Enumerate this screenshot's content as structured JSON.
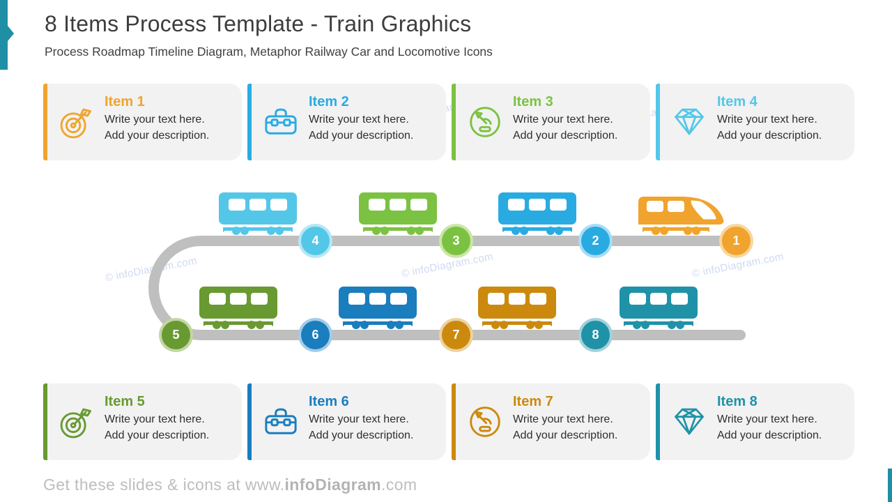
{
  "slide": {
    "title": "8 Items Process Template  - Train Graphics",
    "subtitle": "Process Roadmap Timeline Diagram, Metaphor Railway Car and Locomotive Icons",
    "watermark": "© infoDiagram.com",
    "footer": {
      "prefix": "Get these slides & icons at www.",
      "brand": "infoDiagram",
      "suffix": ".com"
    },
    "accent_color": "#1f8fa6",
    "track_color": "#bfbfbf",
    "card_bg": "#f2f2f2"
  },
  "items": [
    {
      "number": "1",
      "title": "Item 1",
      "line1": "Write your text here.",
      "line2": "Add your description.",
      "icon": "target-arrow-icon",
      "vehicle": "locomotive",
      "color": "#f0a42e",
      "ring": "#f8d79e"
    },
    {
      "number": "2",
      "title": "Item 2",
      "line1": "Write your text here.",
      "line2": "Add your description.",
      "icon": "toolbox-icon",
      "vehicle": "railway-car",
      "color": "#29abe2",
      "ring": "#a8ddf4"
    },
    {
      "number": "3",
      "title": "Item 3",
      "line1": "Write your text here.",
      "line2": "Add your description.",
      "icon": "speedometer-icon",
      "vehicle": "railway-car",
      "color": "#7cc242",
      "ring": "#cbe6a8"
    },
    {
      "number": "4",
      "title": "Item 4",
      "line1": "Write your text here.",
      "line2": "Add your description.",
      "icon": "diamond-icon",
      "vehicle": "railway-car",
      "color": "#54c7e8",
      "ring": "#b4e7f5"
    },
    {
      "number": "5",
      "title": "Item 5",
      "line1": "Write your text here.",
      "line2": "Add your description.",
      "icon": "target-arrow-icon",
      "vehicle": "railway-car",
      "color": "#689a31",
      "ring": "#c2d6a4"
    },
    {
      "number": "6",
      "title": "Item 6",
      "line1": "Write your text here.",
      "line2": "Add your description.",
      "icon": "toolbox-icon",
      "vehicle": "railway-car",
      "color": "#1a7dbe",
      "ring": "#a3cce7"
    },
    {
      "number": "7",
      "title": "Item 7",
      "line1": "Write your text here.",
      "line2": "Add your description.",
      "icon": "speedometer-icon",
      "vehicle": "railway-car",
      "color": "#cb8a0e",
      "ring": "#ecd2a0"
    },
    {
      "number": "8",
      "title": "Item 8",
      "line1": "Write your text here.",
      "line2": "Add your description.",
      "icon": "diamond-icon",
      "vehicle": "railway-car",
      "color": "#1f92a8",
      "ring": "#a5d1da"
    }
  ]
}
